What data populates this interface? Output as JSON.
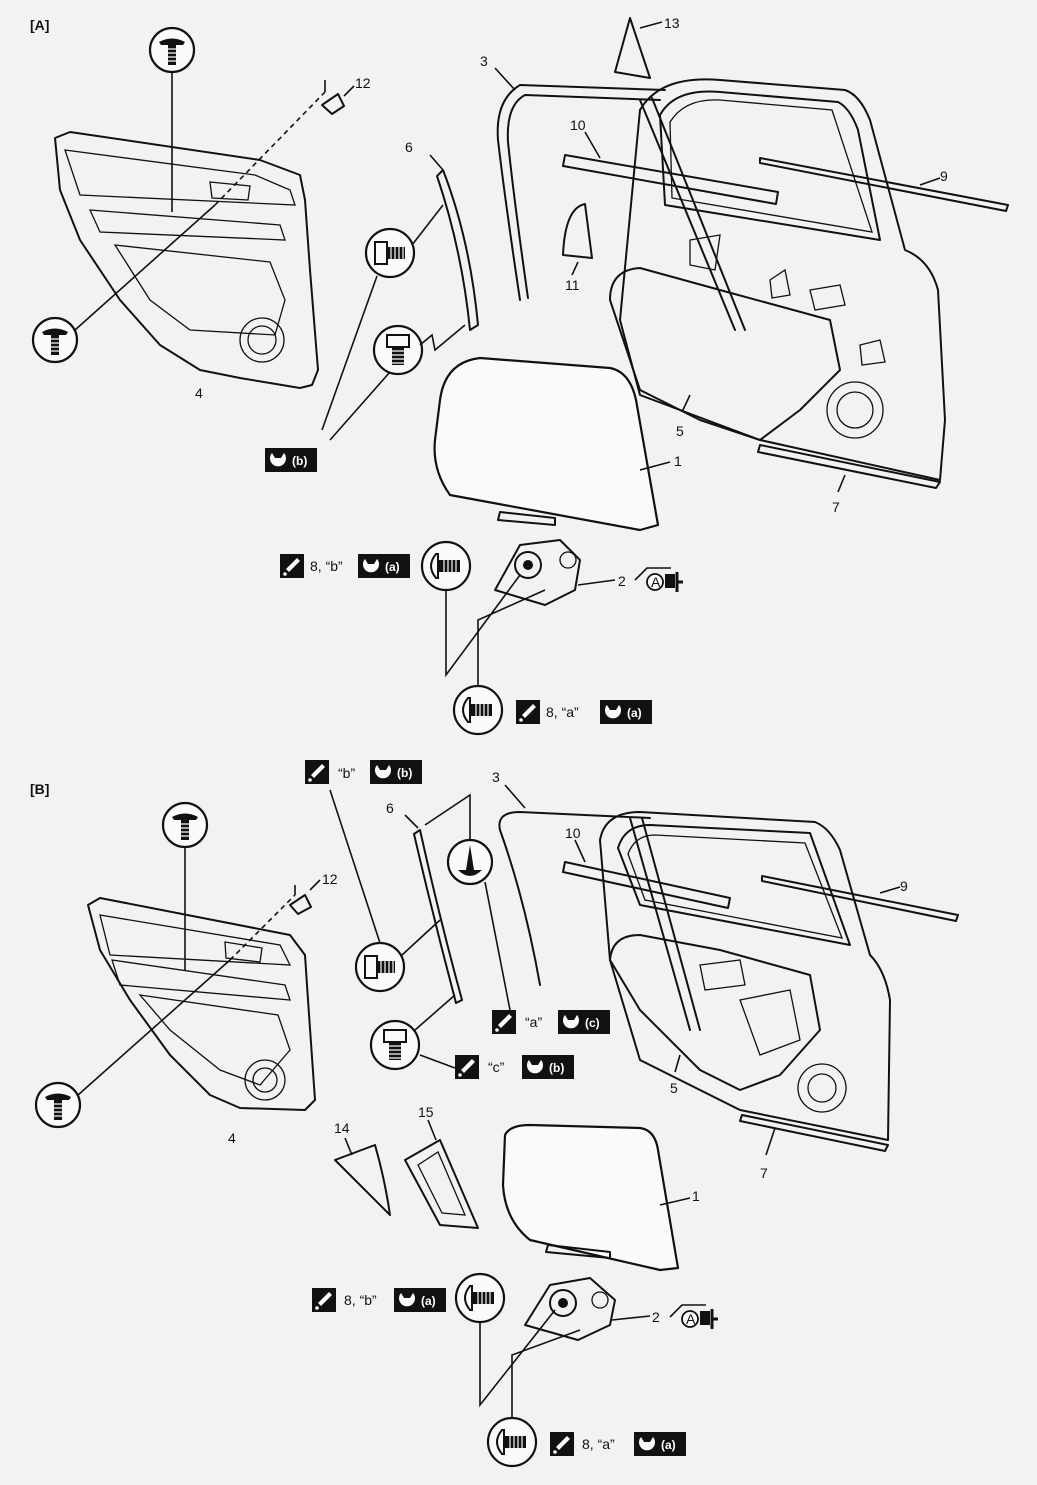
{
  "sections": {
    "a": {
      "title": "[A]"
    },
    "b": {
      "title": "[B]"
    }
  },
  "callouts_a": {
    "p1": "1",
    "p2": "2",
    "p3": "3",
    "p4": "4",
    "p5": "5",
    "p6": "6",
    "p7": "7",
    "p9": "9",
    "p10": "10",
    "p11": "11",
    "p12": "12",
    "p13": "13",
    "bolt_top": {
      "spec": "8, “b”",
      "torque": "(a)"
    },
    "bolt_bottom": {
      "spec": "8, “a”",
      "torque": "(a)"
    },
    "bracket_torque": "(b)",
    "grease_mark": "A"
  },
  "callouts_b": {
    "p1": "1",
    "p2": "2",
    "p3": "3",
    "p4": "4",
    "p5": "5",
    "p6": "6",
    "p7": "7",
    "p9": "9",
    "p10": "10",
    "p12": "12",
    "p14": "14",
    "p15": "15",
    "upper_bolt": {
      "spec": "“b”",
      "torque": "(b)"
    },
    "screw": {
      "spec": "“a”",
      "torque": "(c)"
    },
    "lower_bolt": {
      "spec": "“c”",
      "torque": "(b)"
    },
    "bolt_top": {
      "spec": "8, “b”",
      "torque": "(a)"
    },
    "bolt_bottom": {
      "spec": "8, “a”",
      "torque": "(a)"
    },
    "grease_mark": "A"
  },
  "colors": {
    "line": "#111111",
    "background": "#f2f2f2",
    "badge": "#111111"
  },
  "icons": [
    "clip-icon",
    "bolt-icon",
    "sealant-icon",
    "torque-wrench-icon",
    "grease-icon"
  ]
}
